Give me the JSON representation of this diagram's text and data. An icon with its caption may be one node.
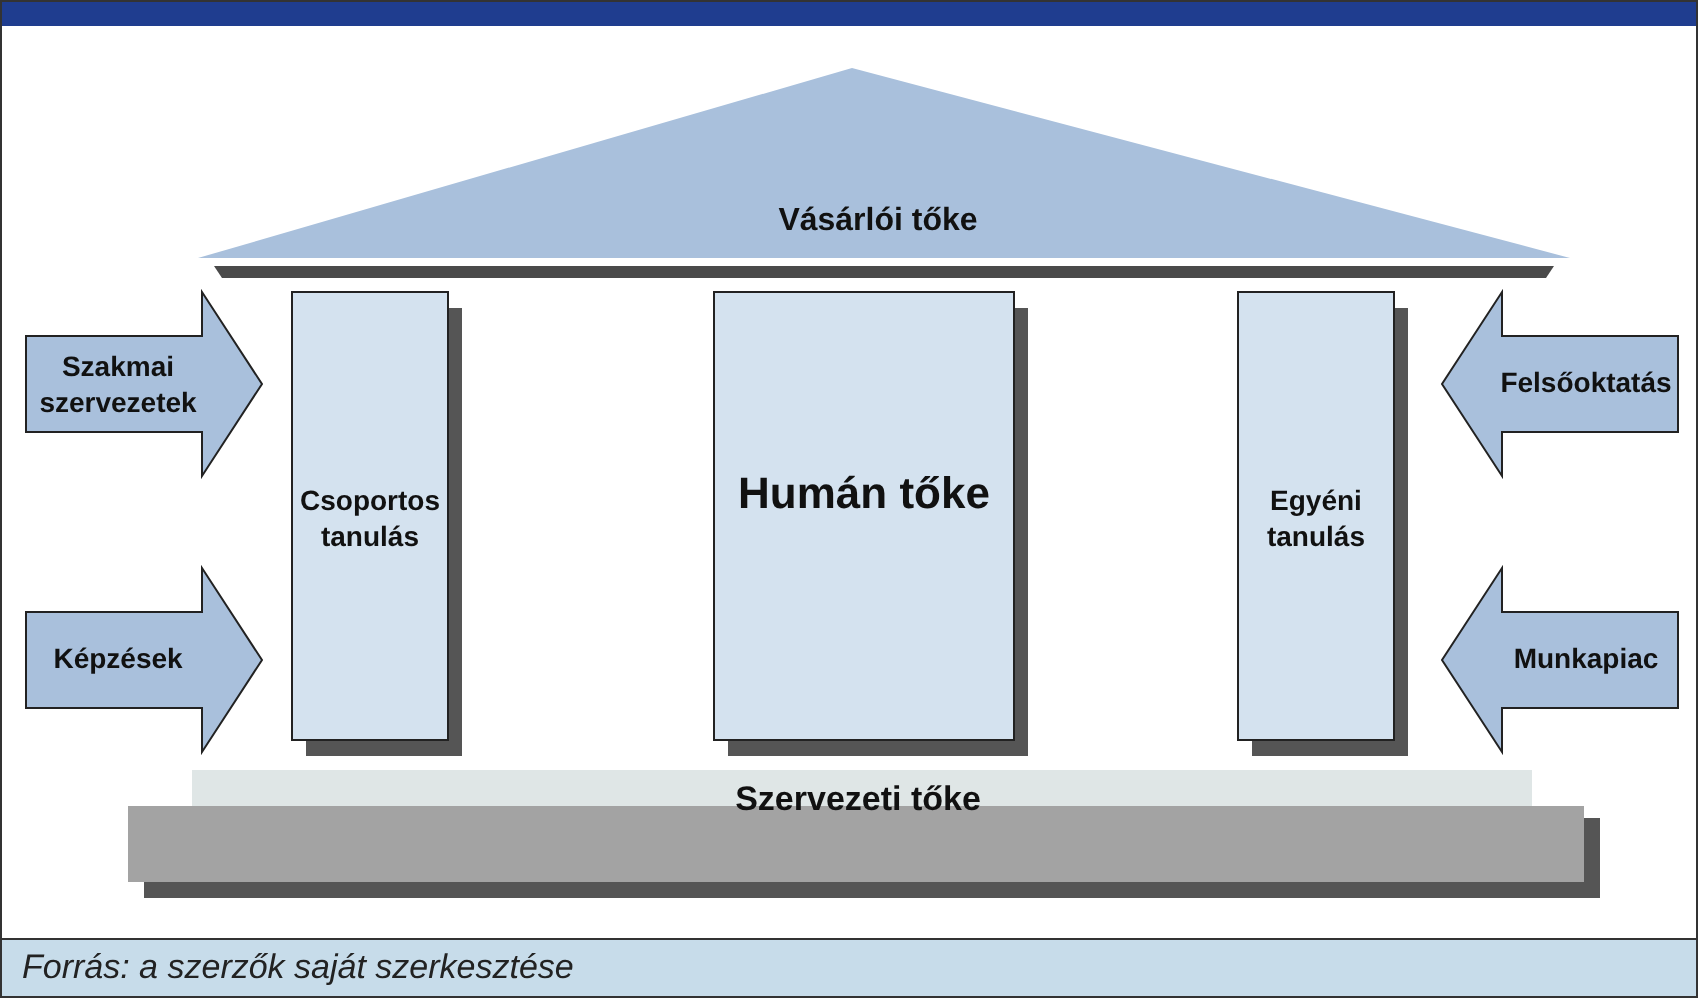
{
  "diagram": {
    "caption": "Forrás: a szerzők saját szerkesztése",
    "nodes": [
      {
        "text": [
          "Vásárlói tőke"
        ]
      },
      {
        "text": [
          "Szakmai szervezetek"
        ]
      },
      {
        "text": [
          "Csoportos tanulás"
        ]
      },
      {
        "text": [
          "Humán tőke"
        ]
      },
      {
        "text": [
          "Egyéni tanulás"
        ]
      },
      {
        "text": [
          "Felsőoktatás"
        ]
      },
      {
        "text": [
          "Képzések"
        ]
      },
      {
        "text": [
          "Munkapiac"
        ]
      },
      {
        "text": [
          "Szervezeti tőke"
        ]
      }
    ]
  }
}
